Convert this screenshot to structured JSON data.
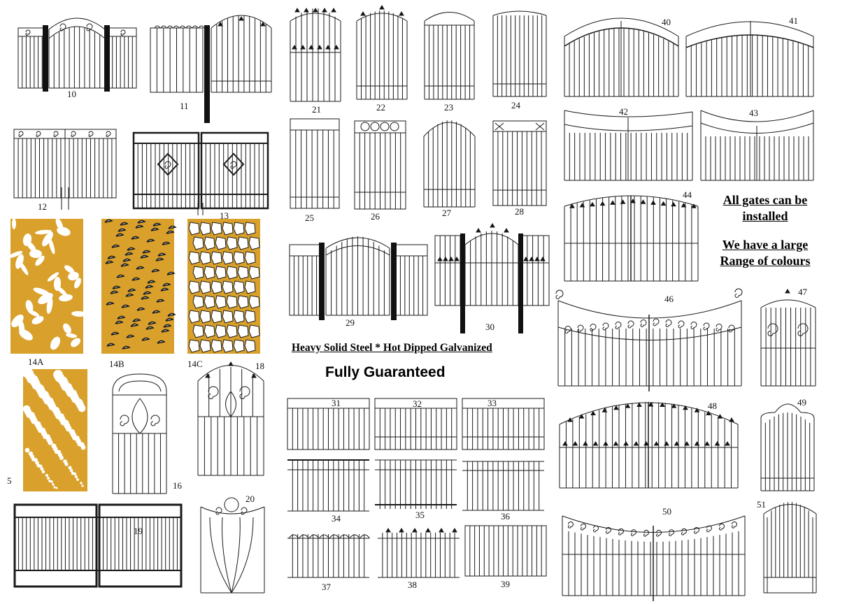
{
  "banner": {
    "features": "Heavy Solid Steel  *  Hot Dipped  Galvanized",
    "guarantee": "Fully Guaranteed",
    "install_line1": "All gates can be",
    "install_line2": "installed",
    "colours_line1": "We have a large",
    "colours_line2": "Range of colours"
  },
  "colors": {
    "panel": "#d9a12c",
    "line": "#1a1a1a"
  },
  "labels": {
    "g10": "10",
    "g11": "11",
    "g12": "12",
    "g13": "13",
    "g14a": "14A",
    "g14b": "14B",
    "g14c": "14C",
    "g5": "5",
    "g16": "16",
    "g18": "18",
    "g19": "19",
    "g20": "20",
    "g21": "21",
    "g22": "22",
    "g23": "23",
    "g24": "24",
    "g25": "25",
    "g26": "26",
    "g27": "27",
    "g28": "28",
    "g29": "29",
    "g30": "30",
    "g31": "31",
    "g32": "32",
    "g33": "33",
    "g34": "34",
    "g35": "35",
    "g36": "36",
    "g37": "37",
    "g38": "38",
    "g39": "39",
    "g40": "40",
    "g41": "41",
    "g42": "42",
    "g43": "43",
    "g44": "44",
    "g46": "46",
    "g47": "47",
    "g48": "48",
    "g49": "49",
    "g50": "50",
    "g51": "51"
  }
}
